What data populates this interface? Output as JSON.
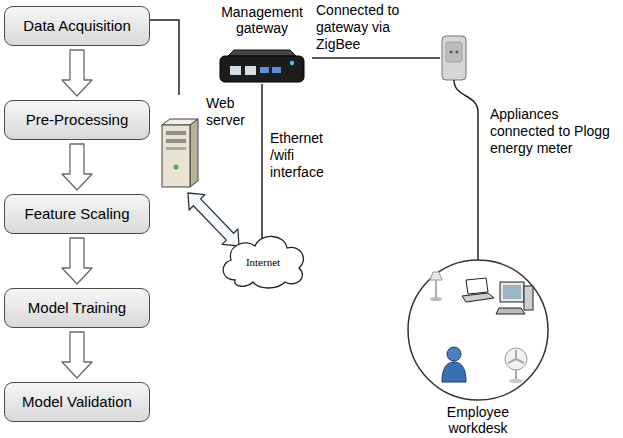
{
  "diagram": {
    "nodes": [
      {
        "text": [
          "Data Acquisition"
        ]
      },
      {
        "text": [
          "Pre-Processing"
        ]
      },
      {
        "text": [
          "Feature Scaling"
        ]
      },
      {
        "text": [
          "Model Training"
        ]
      },
      {
        "text": [
          "Model Validation"
        ]
      },
      {
        "text": [
          "Management gateway"
        ]
      },
      {
        "text": [
          "Web server"
        ]
      },
      {
        "text": [
          "Internet"
        ]
      },
      {
        "text": [
          "Appliances connected to Plogg energy meter"
        ]
      },
      {
        "text": [
          "Employee workdesk"
        ]
      }
    ],
    "edges": [
      {
        "from": 0,
        "to": 1,
        "arrow": "to"
      },
      {
        "from": 1,
        "to": 2,
        "arrow": "to"
      },
      {
        "from": 2,
        "to": 3,
        "arrow": "to"
      },
      {
        "from": 3,
        "to": 4,
        "arrow": "to"
      },
      {
        "from": 0,
        "to": 6,
        "arrow": "none"
      },
      {
        "from": 5,
        "to": 8,
        "label": "Connected to gateway via ZigBee",
        "arrow": "none"
      },
      {
        "from": 5,
        "to": 7,
        "label": "Ethernet /wifi interface",
        "arrow": "none"
      },
      {
        "from": 6,
        "to": 7,
        "arrow": "both"
      },
      {
        "from": 8,
        "to": 9,
        "arrow": "none"
      }
    ]
  }
}
